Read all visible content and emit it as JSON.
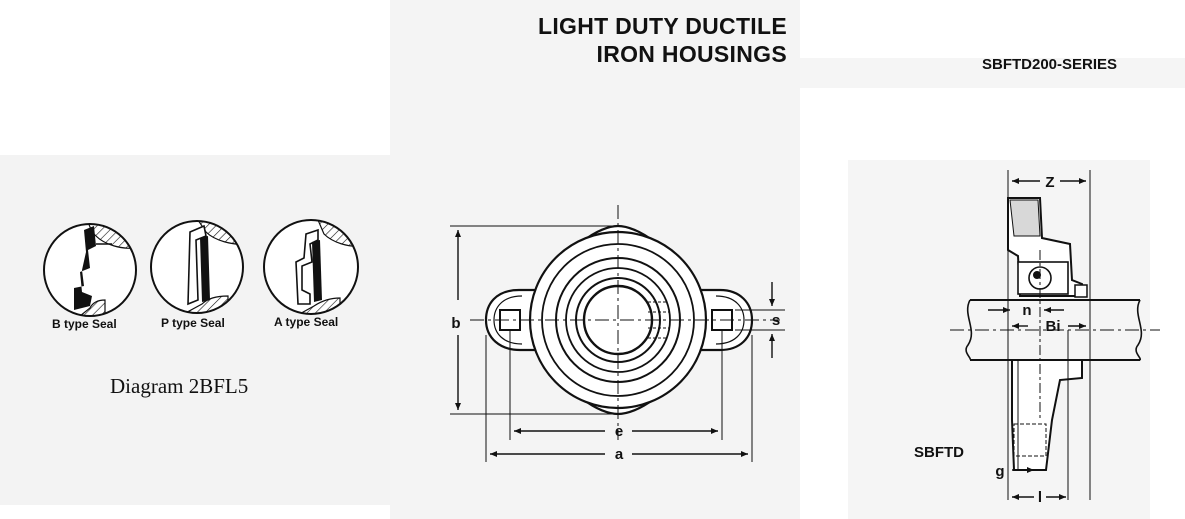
{
  "header": {
    "title_line1": "LIGHT DUTY DUCTILE",
    "title_line2": "IRON HOUSINGS",
    "series": "SBFTD200-SERIES"
  },
  "seals": [
    {
      "label": "B type Seal"
    },
    {
      "label": "P type Seal"
    },
    {
      "label": "A type Seal"
    }
  ],
  "caption": "Diagram 2BFL5",
  "front_view": {
    "dims": {
      "a": "a",
      "b": "b",
      "e": "e",
      "s": "s"
    }
  },
  "side_view": {
    "dims": {
      "z": "Z",
      "n": "n",
      "bi": "Bi",
      "g": "g",
      "l": "l"
    },
    "label": "SBFTD"
  }
}
